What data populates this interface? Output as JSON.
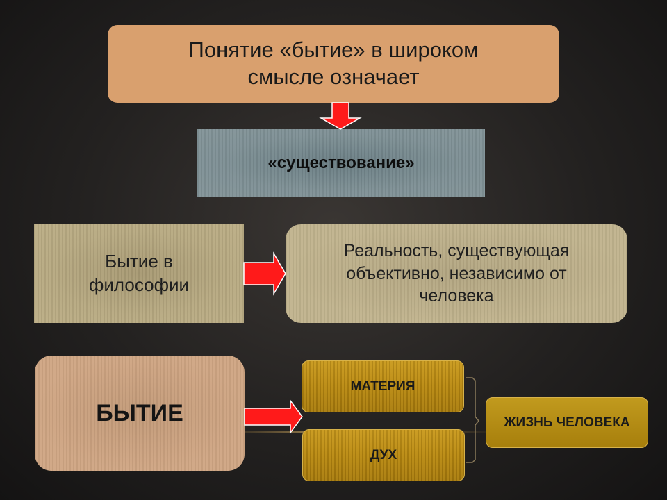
{
  "slide": {
    "title_line1": "Понятие «бытие» в широком",
    "title_line2": "смысле означает",
    "existence": "«существование»",
    "philosophy_line1": "Бытие в",
    "philosophy_line2": "философии",
    "reality_line1": "Реальность, существующая",
    "reality_line2": "объективно, независимо от",
    "reality_line3": "человека",
    "being": "БЫТИЕ",
    "matter": "МАТЕРИЯ",
    "spirit": "ДУХ",
    "human_life": "ЖИЗНЬ ЧЕЛОВЕКА"
  },
  "colors": {
    "arrow": "#ff1a1a",
    "background": "#232120",
    "title_box": "#d9a06e",
    "gold": "#b88810"
  }
}
